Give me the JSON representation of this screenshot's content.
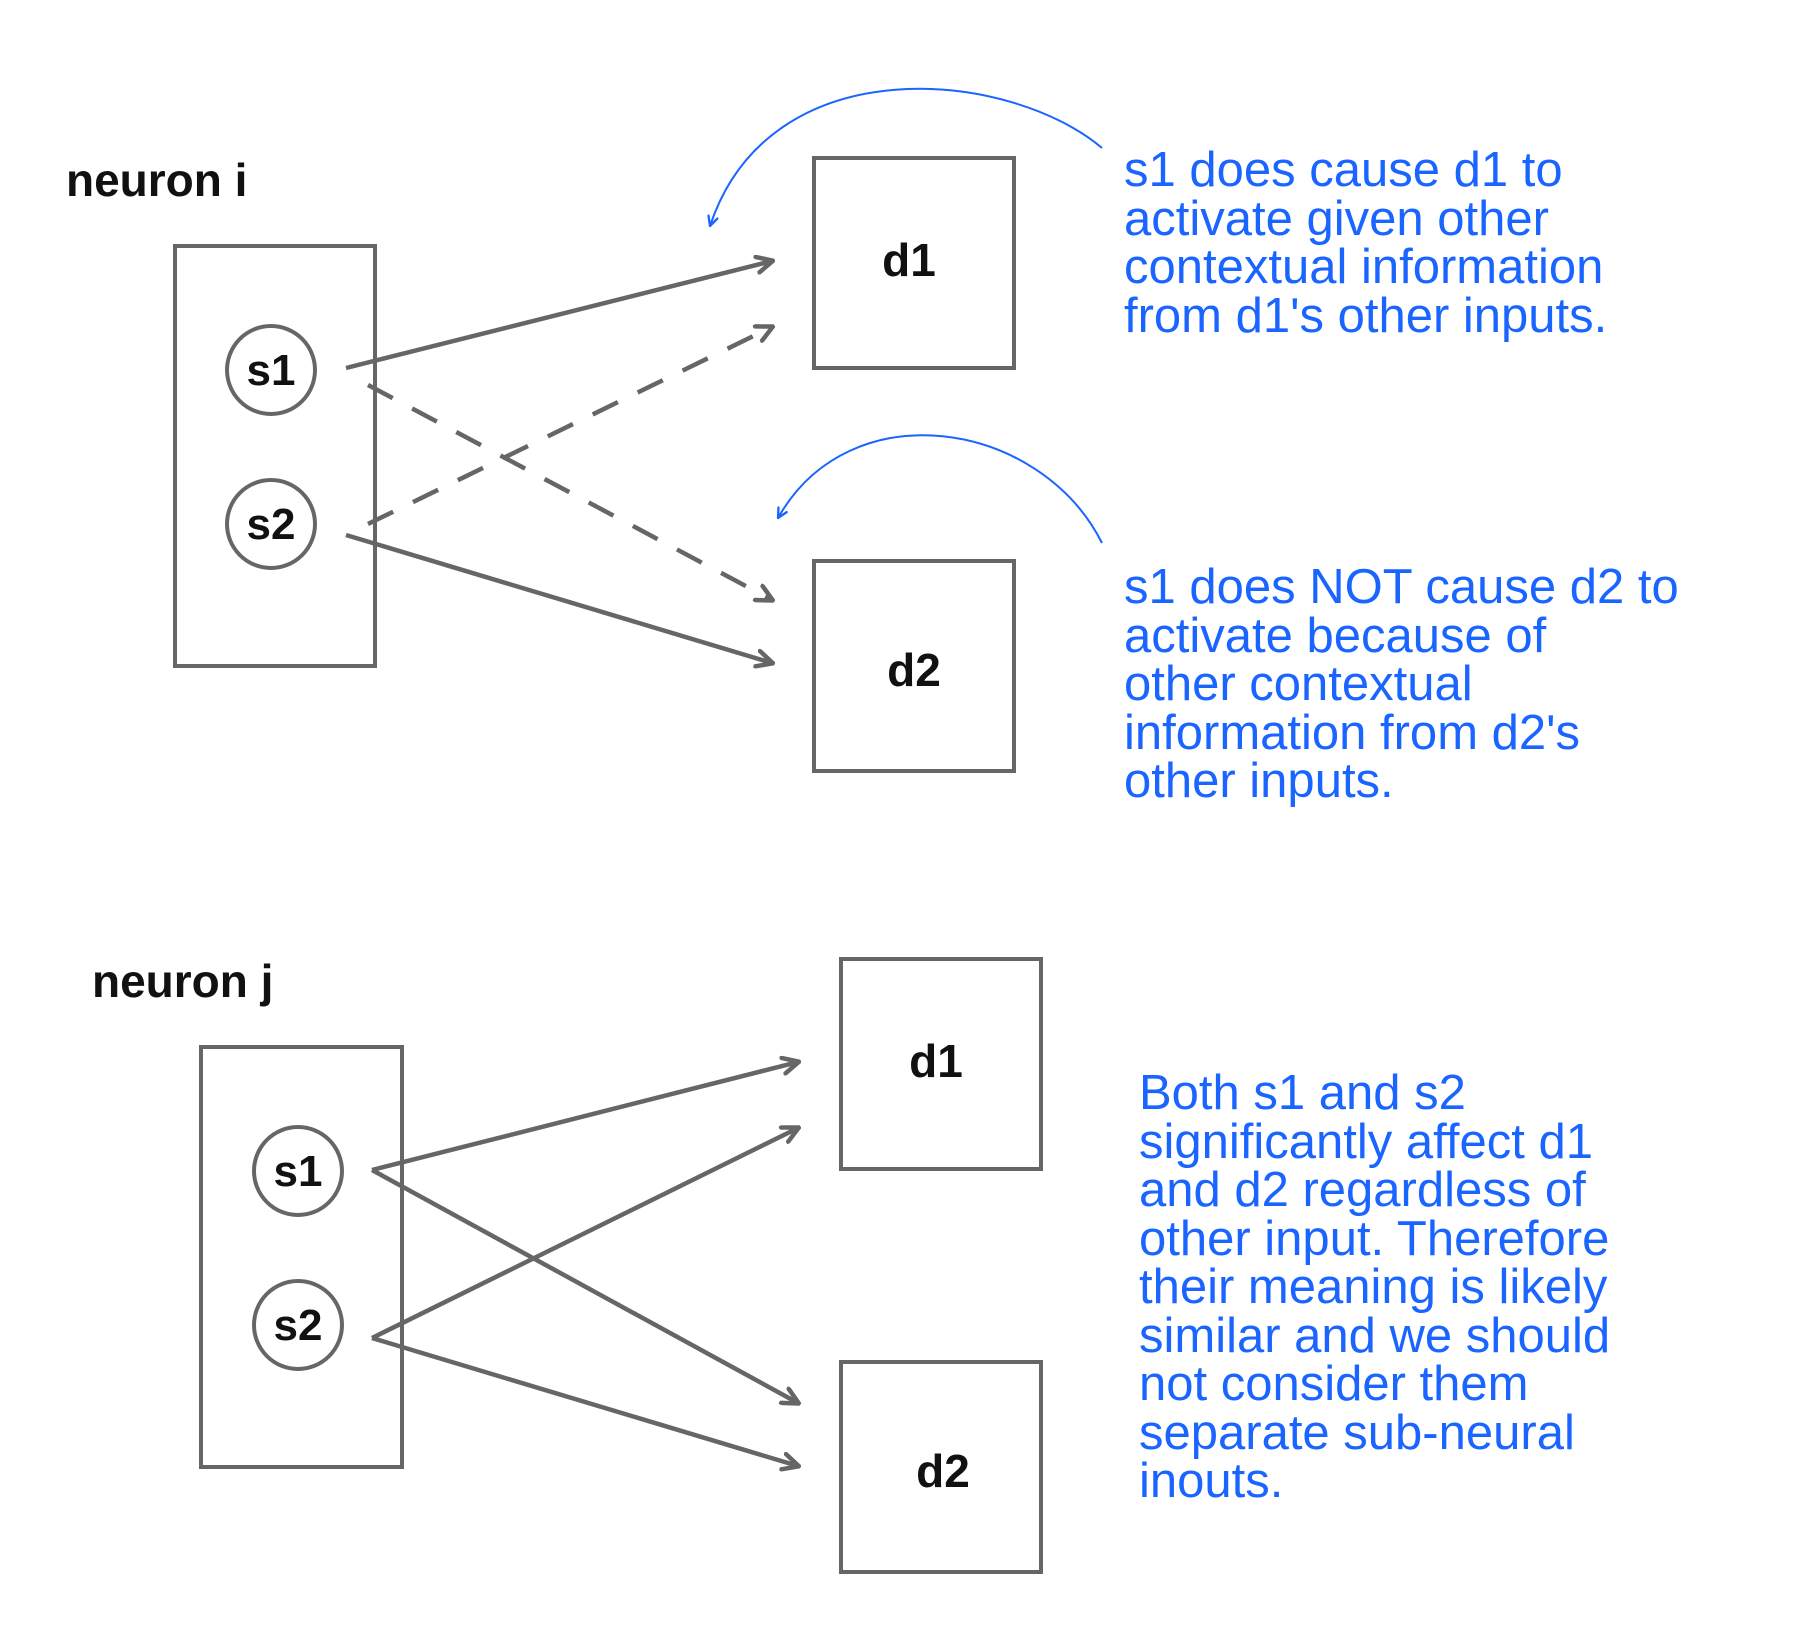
{
  "colors": {
    "stroke": "#666666",
    "text": "#111111",
    "annotation": "#1a64ff"
  },
  "panel_i": {
    "title": "neuron i",
    "input_1": "s1",
    "input_2": "s2",
    "output_1": "d1",
    "output_2": "d2",
    "note_1": [
      "s1 does cause d1 to",
      "activate given other",
      "contextual information",
      "from d1's other inputs."
    ],
    "note_2": [
      "s1 does NOT cause d2 to",
      "activate because of",
      "other contextual",
      "information from d2's",
      "other inputs."
    ]
  },
  "panel_j": {
    "title": "neuron j",
    "input_1": "s1",
    "input_2": "s2",
    "output_1": "d1",
    "output_2": "d2",
    "note": [
      "Both s1 and s2",
      "significantly affect d1",
      "and d2 regardless of",
      "other input. Therefore",
      "their meaning is likely",
      "similar and we should",
      "not consider them",
      "separate sub-neural",
      "inouts."
    ]
  }
}
